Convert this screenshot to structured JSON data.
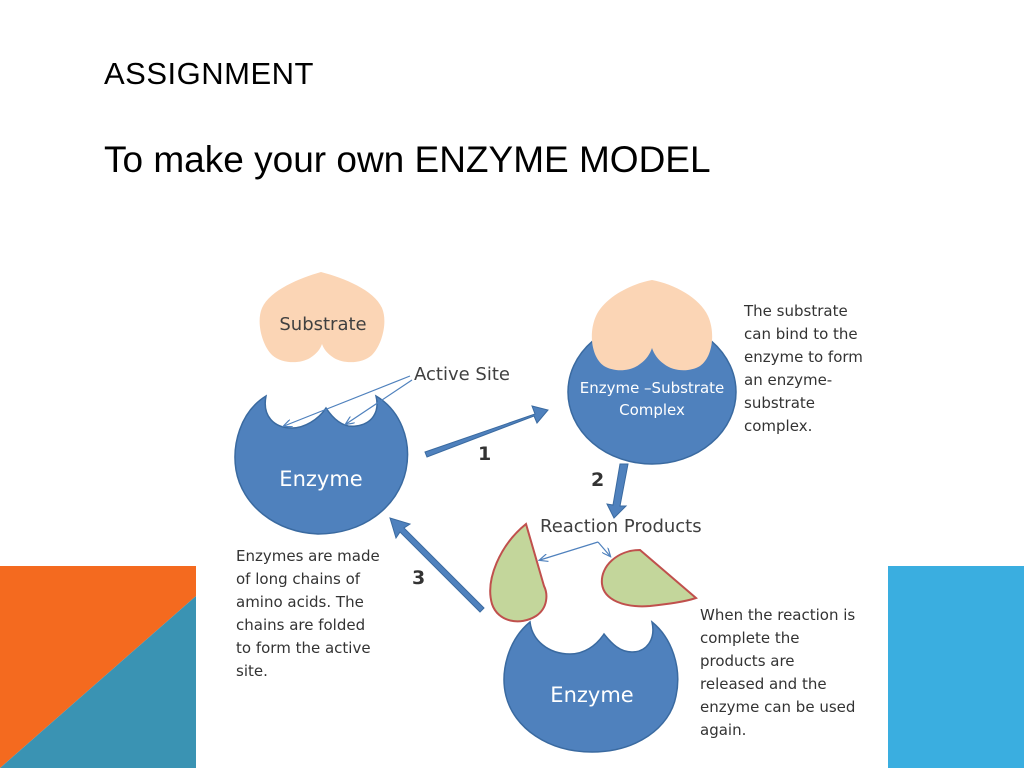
{
  "slide": {
    "title": "ASSIGNMENT",
    "subtitle": "To make your  own ENZYME MODEL"
  },
  "colors": {
    "enzyme": "#4f81bd",
    "substrate": "#fbd5b5",
    "product": "#c3d69b",
    "product_border": "#c0504d",
    "arrow": "#4f81bd",
    "corner_orange": "#f46a1f",
    "corner_teal": "#3a93b3",
    "corner_blue": "#3aaee0"
  },
  "diagram": {
    "substrate_label": "Substrate",
    "active_site_label": "Active Site",
    "enzyme_label": "Enzyme",
    "complex_label_line1": "Enzyme –Substrate",
    "complex_label_line2": "Complex",
    "reaction_products_label": "Reaction Products",
    "enzyme2_label": "Enzyme",
    "step1": "1",
    "step2": "2",
    "step3": "3",
    "note_complex": [
      "The substrate",
      "can bind to the",
      "enzyme to form",
      "an enzyme-",
      "substrate",
      "complex."
    ],
    "note_enzyme": [
      "Enzymes are made",
      "of long chains of",
      "amino acids.  The",
      "chains are folded",
      "to form the active",
      "site."
    ],
    "note_release": [
      "When the reaction is",
      "complete the",
      "products are",
      "released and the",
      "enzyme can be used",
      "again."
    ]
  }
}
